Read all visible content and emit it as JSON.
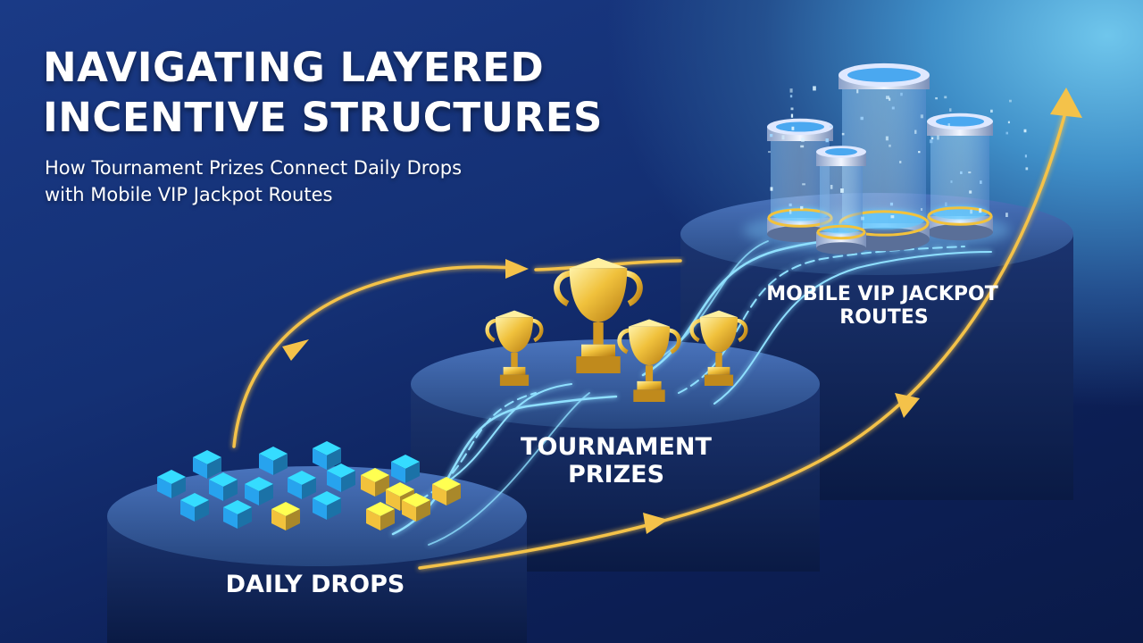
{
  "header": {
    "title_line1": "NAVIGATING LAYERED",
    "title_line2": "INCENTIVE STRUCTURES",
    "subtitle_line1": "How Tournament Prizes Connect Daily Drops",
    "subtitle_line2": "with Mobile VIP Jackpot Routes"
  },
  "tiers": {
    "daily": {
      "label": "DAILY DROPS",
      "icon": "cube-icon"
    },
    "tournament": {
      "label_line1": "TOURNAMENT",
      "label_line2": "PRIZES",
      "icon": "trophy-icon"
    },
    "vip": {
      "label_line1": "MOBILE VIP JACKPOT",
      "label_line2": "ROUTES",
      "icon": "jackpot-canister-icon"
    }
  },
  "colors": {
    "background": "#143074",
    "glow": "#7fd0ff",
    "arrow_gold": "#f4c24a",
    "cube_blue": "#27a3ee",
    "cube_gold": "#f2c23c",
    "trophy_gold": "#e9b32c",
    "platform_top": "#3a5fa6"
  }
}
